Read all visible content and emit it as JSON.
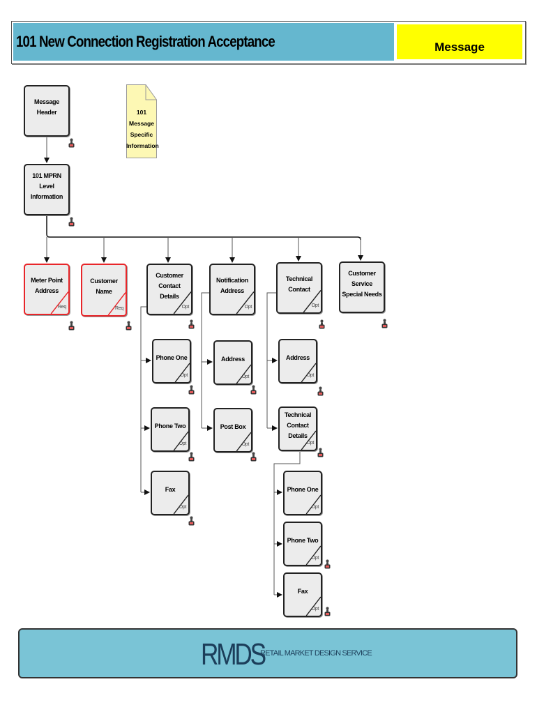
{
  "header": {
    "title": "101 New Connection Registration Acceptance",
    "type": "Message"
  },
  "note": {
    "lines": [
      "101",
      "Message",
      "Specific",
      "Information"
    ]
  },
  "boxes": [
    {
      "label": "Message Header",
      "status": ""
    },
    {
      "label": "101 MPRN Level Information",
      "status": ""
    },
    {
      "label": "Meter Point Address",
      "status": "Req"
    },
    {
      "label": "Customer Name",
      "status": "Req"
    },
    {
      "label": "Customer Contact Details",
      "status": "Opt"
    },
    {
      "label": "Notification Address",
      "status": "Opt"
    },
    {
      "label": "Technical Contact",
      "status": "Opt"
    },
    {
      "label": "Customer Service Special Needs",
      "status": ""
    },
    {
      "label": "Phone One",
      "status": "Opt"
    },
    {
      "label": "Phone Two",
      "status": "Opt"
    },
    {
      "label": "Fax",
      "status": "Opt"
    },
    {
      "label": "Address",
      "status": "Opt"
    },
    {
      "label": "Post Box",
      "status": "Opt"
    },
    {
      "label": "Address",
      "status": "Opt"
    },
    {
      "label": "Technical Contact Details",
      "status": "Opt"
    },
    {
      "label": "Phone One",
      "status": "Opt"
    },
    {
      "label": "Phone Two",
      "status": "Opt"
    },
    {
      "label": "Fax",
      "status": "Opt"
    }
  ],
  "footer": {
    "logo": "RMDS",
    "tagline": "RETAIL MARKET DESIGN SERVICE"
  },
  "colors": {
    "header_bg": "#65b7cf",
    "type_bg": "#ffff00",
    "required": "#e8262a",
    "footer_bg": "#7ac4d6"
  }
}
